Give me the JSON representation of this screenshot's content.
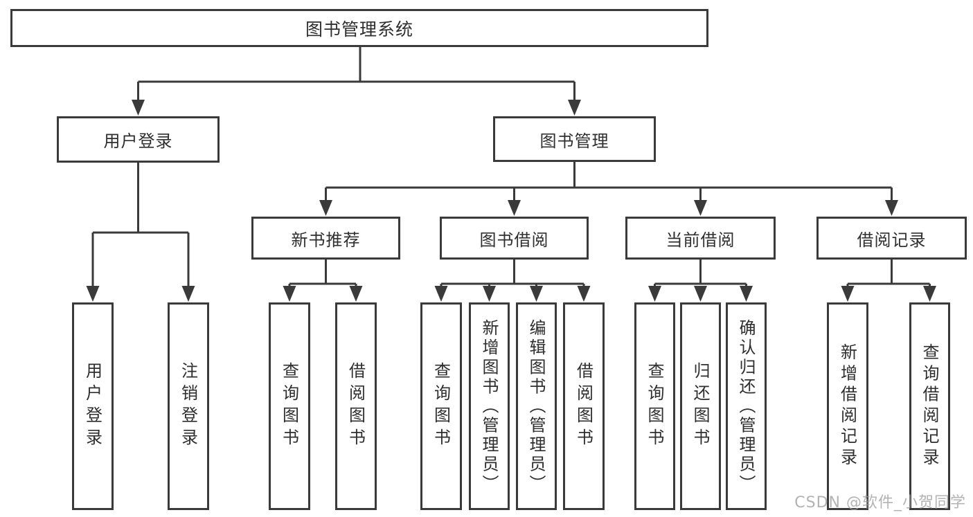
{
  "title": "图书管理系统",
  "watermark": "CSDN @软件_小贺同学",
  "colors": {
    "line": "#3a3a3a",
    "box_border": "#3a3a3a",
    "box_background": "#ffffff",
    "text": "#2e2e2e",
    "watermark": "#9e9e9e",
    "background": "#ffffff"
  },
  "tree": {
    "root": {
      "label": "图书管理系统"
    },
    "children": [
      {
        "label": "用户登录",
        "children": [
          {
            "label": "用户登录"
          },
          {
            "label": "注销登录"
          }
        ]
      },
      {
        "label": "图书管理",
        "children": [
          {
            "label": "新书推荐",
            "children": [
              {
                "label": "查询图书"
              },
              {
                "label": "借阅图书"
              }
            ]
          },
          {
            "label": "图书借阅",
            "children": [
              {
                "label": "查询图书"
              },
              {
                "label": "新增图书（管理员）"
              },
              {
                "label": "编辑图书（管理员）"
              },
              {
                "label": "借阅图书"
              }
            ]
          },
          {
            "label": "当前借阅",
            "children": [
              {
                "label": "查询图书"
              },
              {
                "label": "归还图书"
              },
              {
                "label": "确认归还（管理员）"
              }
            ]
          },
          {
            "label": "借阅记录",
            "children": [
              {
                "label": "新增借阅记录"
              },
              {
                "label": "查询借阅记录"
              }
            ]
          }
        ]
      }
    ]
  }
}
